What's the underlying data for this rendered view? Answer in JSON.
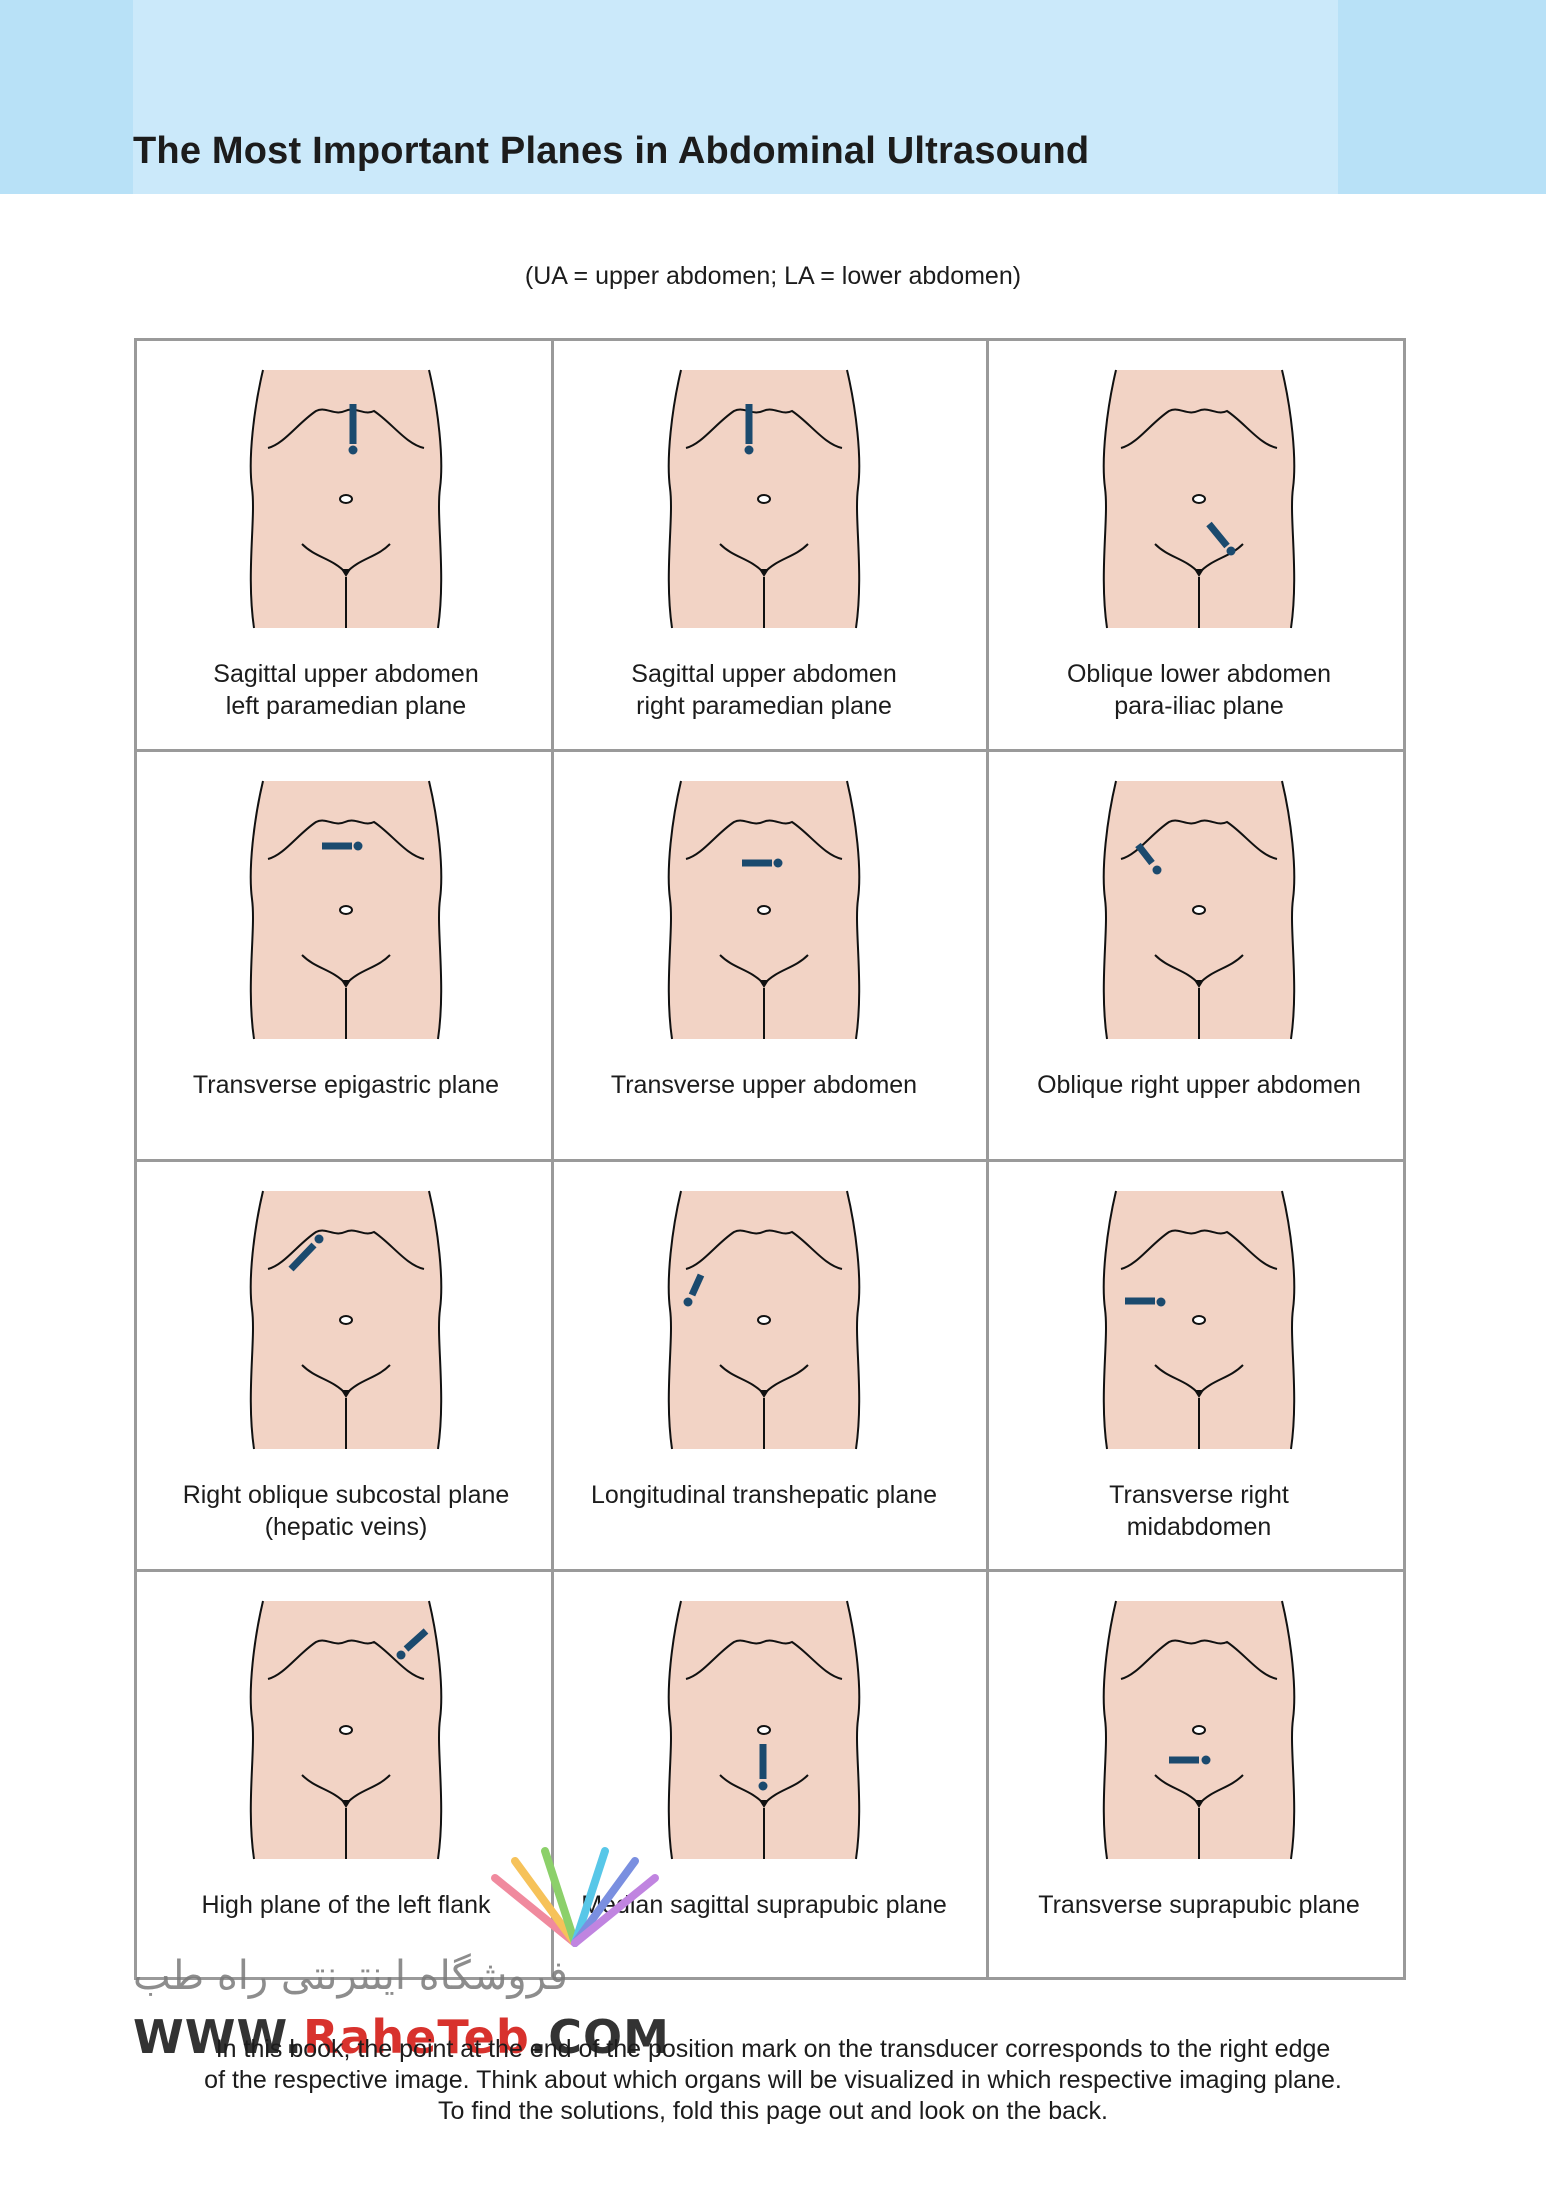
{
  "title": "The Most Important Planes in Abdominal Ultrasound",
  "subtitle": "(UA = upper abdomen; LA = lower abdomen)",
  "colors": {
    "skin": "#f2d3c5",
    "probe": "#1b4a6e",
    "banner": "#cbe9fa",
    "banner_edge": "#b8e1f7",
    "grid": "#9a9a9a"
  },
  "cells": [
    {
      "lines": [
        "Sagittal upper abdomen",
        "left paramedian plane"
      ],
      "probe": "sagittal-ua-left"
    },
    {
      "lines": [
        "Sagittal upper abdomen",
        "right paramedian plane"
      ],
      "probe": "sagittal-ua-right"
    },
    {
      "lines": [
        "Oblique lower abdomen",
        "para-iliac plane"
      ],
      "probe": "oblique-la"
    },
    {
      "lines": [
        "Transverse epigastric plane"
      ],
      "probe": "transverse-epigastric"
    },
    {
      "lines": [
        "Transverse upper abdomen"
      ],
      "probe": "transverse-ua"
    },
    {
      "lines": [
        "Oblique right upper abdomen"
      ],
      "probe": "oblique-rua"
    },
    {
      "lines": [
        "Right oblique subcostal plane",
        "(hepatic veins)"
      ],
      "probe": "right-subcostal"
    },
    {
      "lines": [
        "Longitudinal transhepatic plane"
      ],
      "probe": "transhepatic"
    },
    {
      "lines": [
        "Transverse right",
        "midabdomen"
      ],
      "probe": "transverse-right-mid"
    },
    {
      "lines": [
        "High plane of the left flank"
      ],
      "probe": "left-flank"
    },
    {
      "lines": [
        "Median sagittal suprapubic plane"
      ],
      "probe": "suprapubic-sagittal"
    },
    {
      "lines": [
        "Transverse suprapubic plane"
      ],
      "probe": "suprapubic-transverse"
    }
  ],
  "footnote": [
    "In this book, the point at the end of the position mark on the transducer corresponds to the right edge",
    "of the respective image. Think about which organs will be visualized in which respective imaging plane.",
    "To find the solutions, fold this page out and look on the back."
  ],
  "watermark": {
    "persian": "فروشگاه اینترنتی راه طب",
    "url_prefix": "WWW.",
    "url_brand": "RaheTeb",
    "url_suffix": ".COM"
  }
}
